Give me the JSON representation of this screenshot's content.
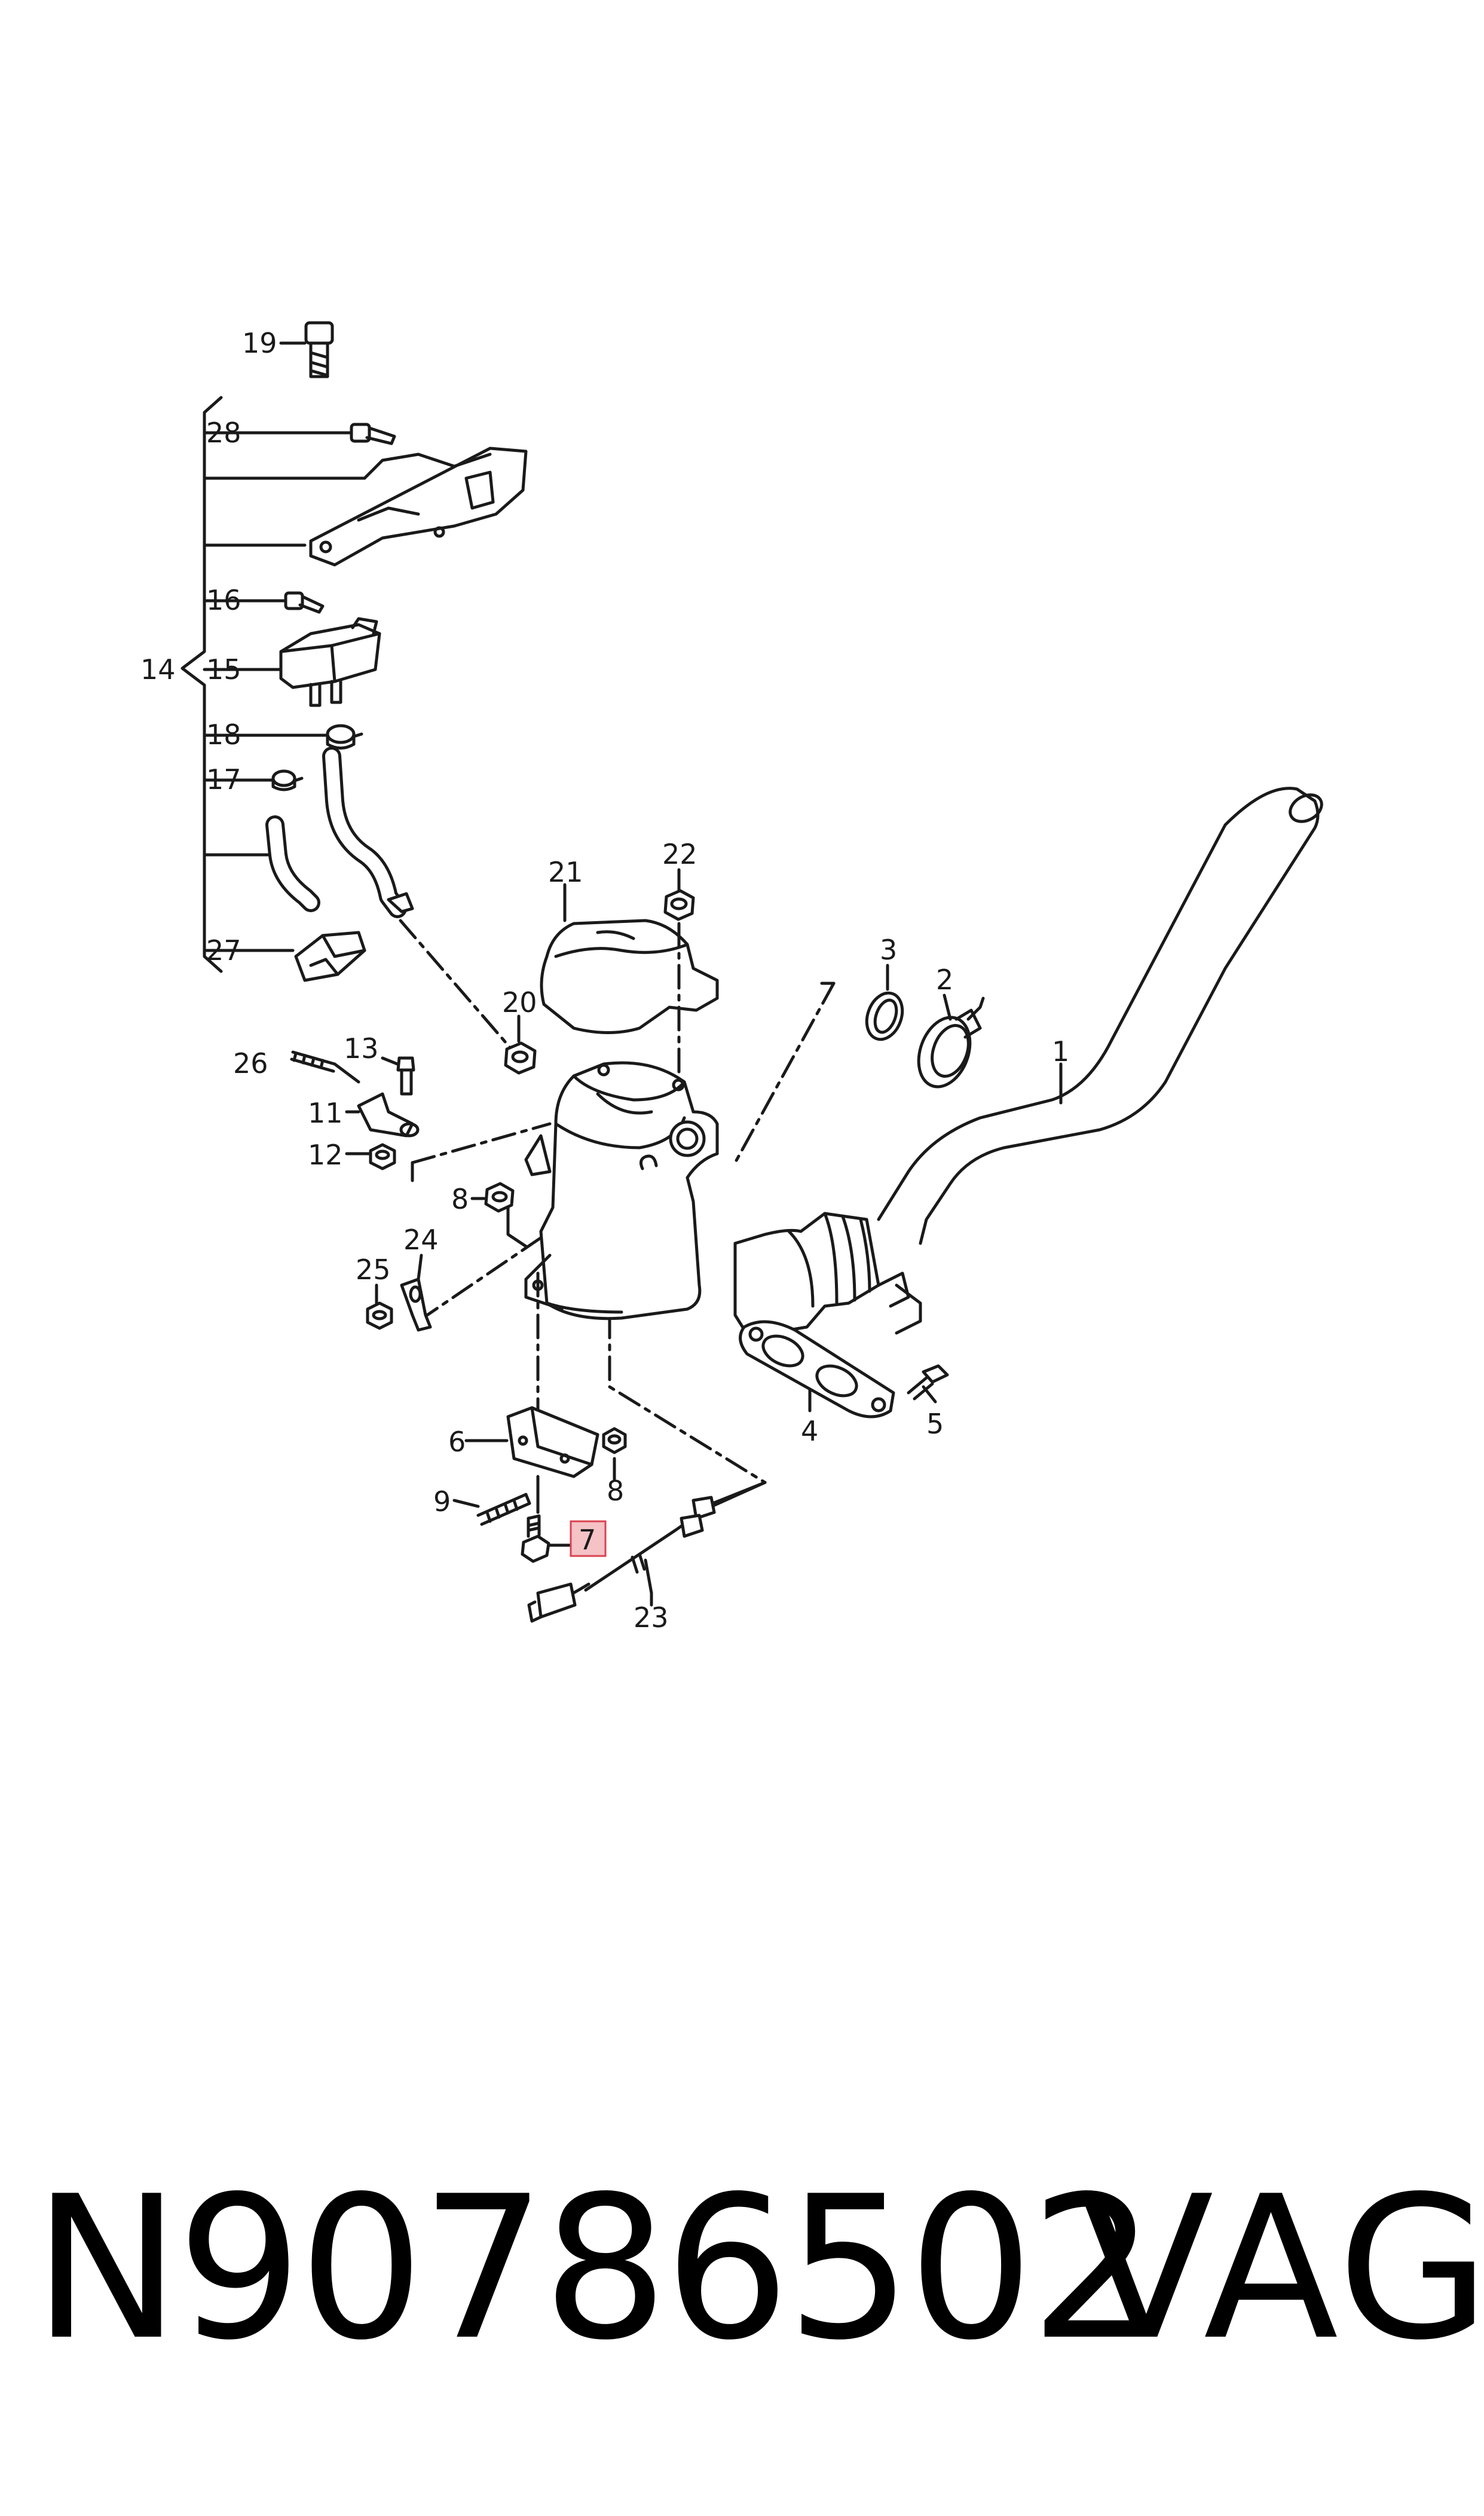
{
  "callouts": {
    "c1": "1",
    "c2": "2",
    "c3": "3",
    "c4": "4",
    "c5": "5",
    "c6": "6",
    "c7": "7",
    "c8a": "8",
    "c8b": "8",
    "c9": "9",
    "c11": "11",
    "c12": "12",
    "c13": "13",
    "c14": "14",
    "c15": "15",
    "c16": "16",
    "c17": "17",
    "c18": "18",
    "c19": "19",
    "c20": "20",
    "c21": "21",
    "c22": "22",
    "c23": "23",
    "c24": "24",
    "c25": "25",
    "c26": "26",
    "c27": "27",
    "c28": "28"
  },
  "highlight_color": "#f5c2c6",
  "highlight_border": "#d9434f",
  "footer": {
    "part_number": "N90786502",
    "brand": "VAG"
  }
}
